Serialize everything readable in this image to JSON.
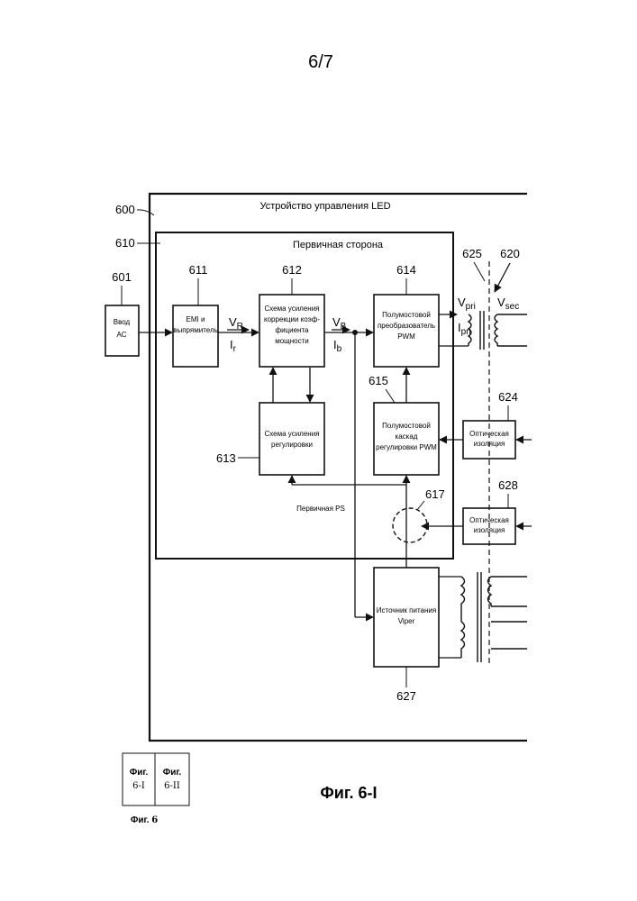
{
  "sheet": "6/7",
  "caption": "Фиг. 6-I",
  "device": {
    "ref": "600",
    "title": "Устройство управления LED"
  },
  "primary": {
    "ref": "610",
    "title": "Первичная сторона"
  },
  "blocks": {
    "ac": {
      "ref": "601",
      "lines": [
        "Ввод",
        "AC"
      ]
    },
    "emi": {
      "ref": "611",
      "lines": [
        "EMI и",
        "выпрямитель"
      ]
    },
    "pfc": {
      "ref": "612",
      "lines": [
        "Схема усиления",
        "коррекции коэф-",
        "фициента",
        "мощности"
      ]
    },
    "reg": {
      "ref": "613",
      "lines": [
        "Схема усиления",
        "регулировки"
      ]
    },
    "pwm": {
      "ref": "614",
      "lines": [
        "Полумостовой",
        "преобразователь",
        "PWM"
      ]
    },
    "ctrl": {
      "ref": "615",
      "lines": [
        "Полумостовой",
        "каскад",
        "регулировки PWM"
      ]
    },
    "viper": {
      "ref": "627",
      "lines": [
        "Источник питания",
        "Viper"
      ]
    },
    "opt1": {
      "ref": "624",
      "lines": [
        "Оптическая",
        "изоляция"
      ]
    },
    "opt2": {
      "ref": "628",
      "lines": [
        "Оптическая",
        "изоляция"
      ]
    }
  },
  "node617": {
    "ref": "617"
  },
  "primary_ps": "Первичная PS",
  "isolation": {
    "ref_line": "625",
    "ref_tx": "620"
  },
  "signals": {
    "vr": {
      "main": "V",
      "sub": "R"
    },
    "ir": {
      "main": "I",
      "sub": "r"
    },
    "vb": {
      "main": "V",
      "sub": "B"
    },
    "ib": {
      "main": "I",
      "sub": "b"
    },
    "vpri": {
      "main": "V",
      "sub": "pri"
    },
    "ipri": {
      "main": "I",
      "sub": "pri"
    },
    "vsec": {
      "main": "V",
      "sub": "sec"
    }
  },
  "key": {
    "left": [
      "Фиг.",
      "6-I"
    ],
    "right": [
      "Фиг.",
      "6-II"
    ],
    "caption_main": "Фиг.",
    "caption_num": "6"
  }
}
